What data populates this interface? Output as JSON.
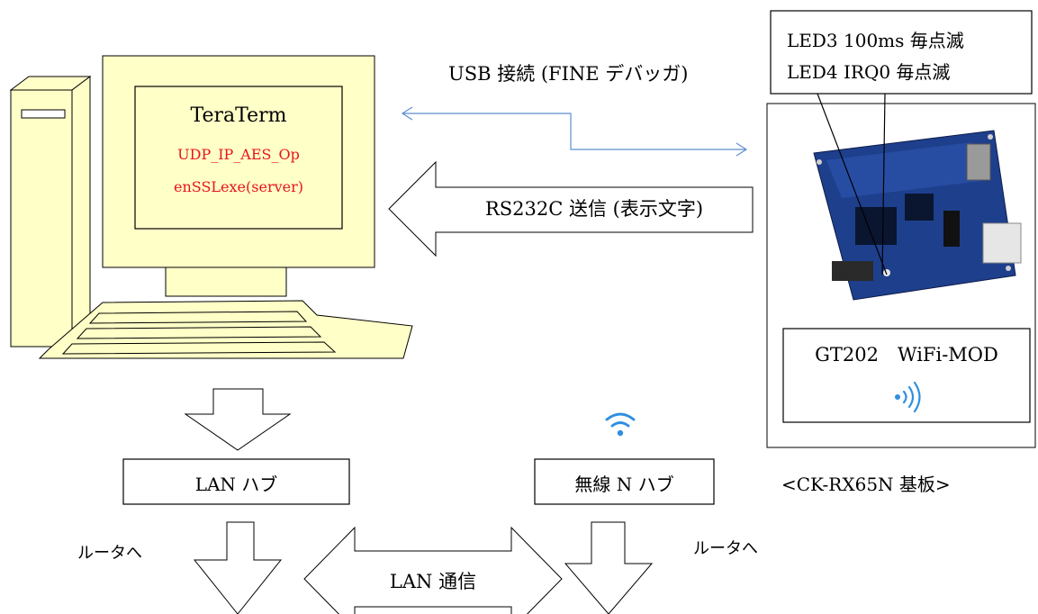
{
  "pc": {
    "screen_title": "TeraTerm",
    "app_line1": "UDP_IP_AES_Op",
    "app_line2": "enSSLexe(server)"
  },
  "usb_label": "USB 接続 (FINE デバッガ)",
  "rs232_label": "RS232C 送信 (表示文字)",
  "led_callout": {
    "line1": "LED3 100ms 毎点滅",
    "line2": "LED4 IRQ0 毎点滅"
  },
  "wifi_module_label": "GT202　WiFi-MOD",
  "board_caption": "<CK-RX65N 基板>",
  "lan_hub_label": "LAN ハブ",
  "wireless_hub_label": "無線 N ハブ",
  "lan_comm_label": "LAN 通信",
  "to_router_left": "ルータへ",
  "to_router_right": "ルータへ",
  "colors": {
    "pc_body": "#ffffc8",
    "screen_text_red": "#e8141e",
    "usb_line": "#5b8fd0",
    "wifi_icon": "#2f8fe0"
  }
}
